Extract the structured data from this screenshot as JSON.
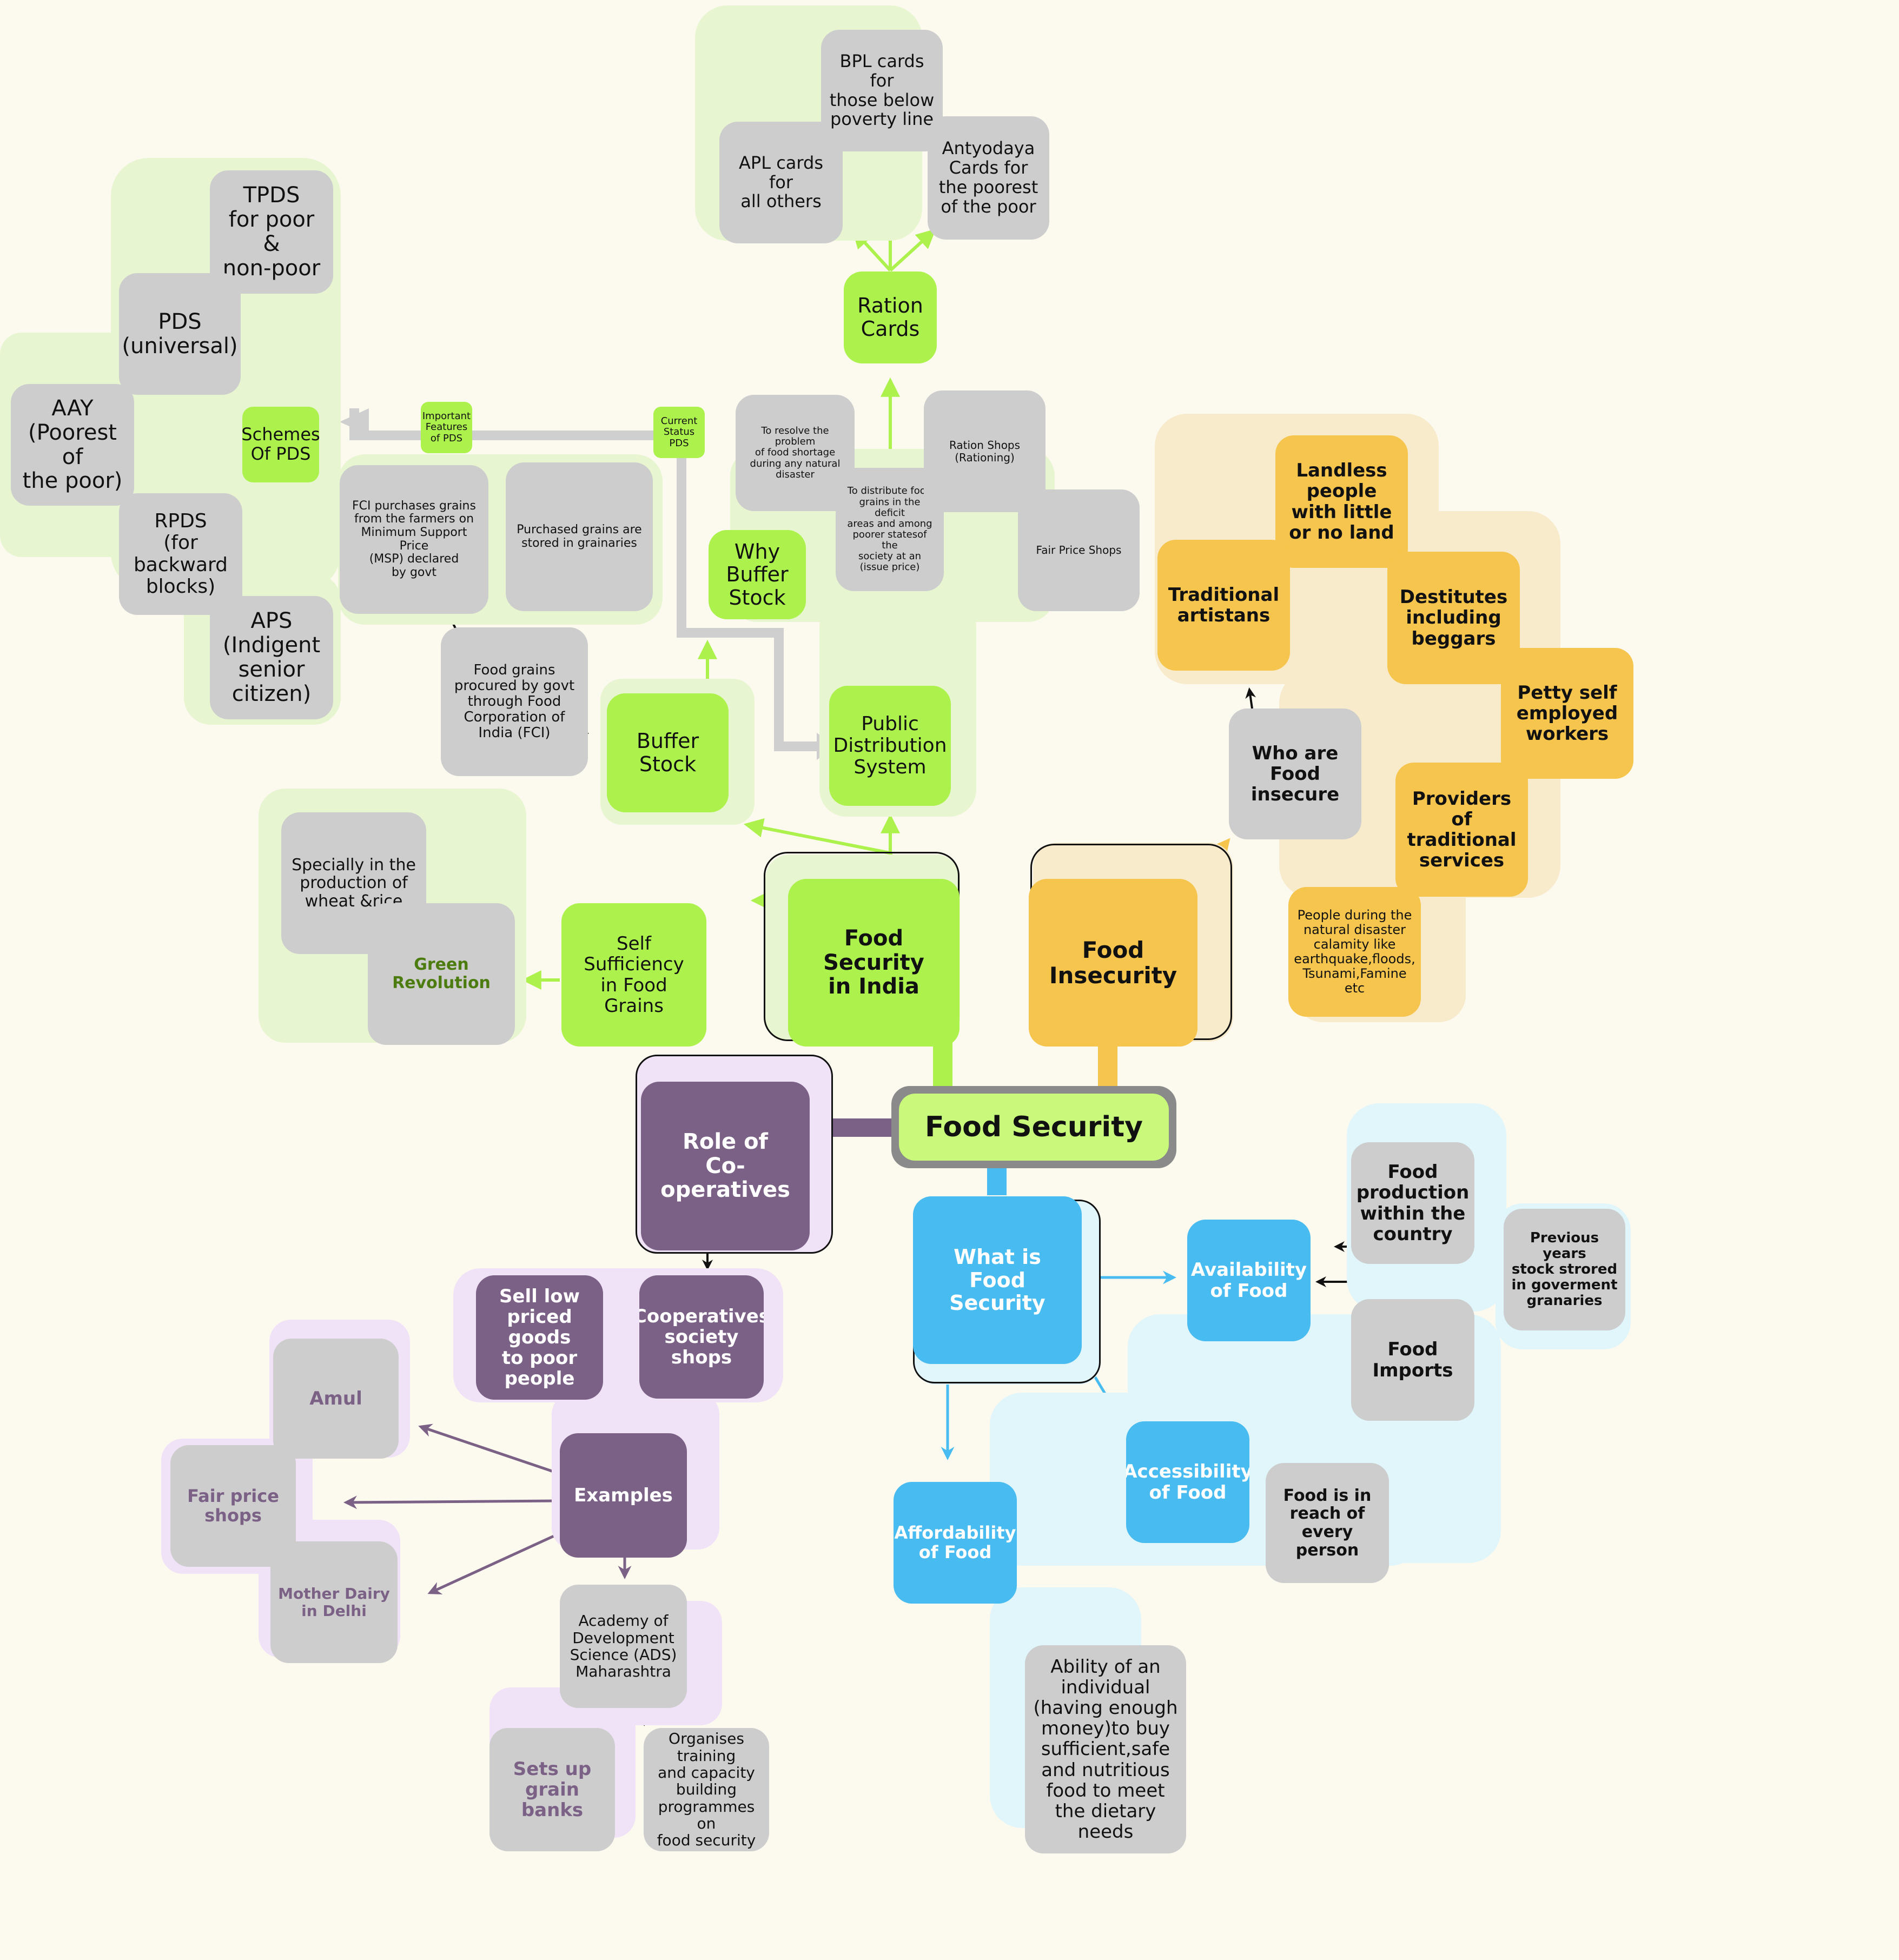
{
  "nodes": {
    "food_security": "Food Security",
    "food_security_india": "Food Security\nin India",
    "food_insecurity": "Food\nInsecurity",
    "role_coops": "Role of\nCo-operatives",
    "what_is_fs": "What is\nFood Security",
    "self_sufficiency": "Self\nSufficiency\nin Food\nGrains",
    "green_revolution": "Green\nRevolution",
    "specially_wheat_rice": "Specially in the\nproduction of\nwheat &rice",
    "buffer_stock": "Buffer\nStock",
    "food_grains_procured": "Food grains\nprocured by govt\nthrough Food\nCorporation of\nIndia (FCI)",
    "fci_purchases": "FCI purchases grains\nfrom the farmers on\nMinimum Support Price\n(MSP) declared\nby govt",
    "purchased_stored": "Purchased grains are\nstored in grainaries",
    "why_buffer_stock": "Why\nBuffer\nStock",
    "resolve_shortage": "To resolve the problem\nof food shortage\nduring any natural\ndisaster",
    "distribute_grains": "To distribute food\ngrains in the deficit\nareas and among\npoorer statesof the\nsociety at an\n(issue price)",
    "pds": "Public\nDistribution\nSystem",
    "ration_shops": "Ration Shops\n(Rationing)",
    "fair_price_shops": "Fair Price Shops",
    "ration_cards": "Ration\nCards",
    "apl_cards": "APL cards for\nall others",
    "bpl_cards": "BPL cards for\nthose below\npoverty line",
    "antyodaya_cards": "Antyodaya\nCards for\nthe poorest\nof the poor",
    "current_status_pds": "Current\nStatus\nPDS",
    "important_features_pds": "Important\nFeatures\nof PDS",
    "schemes_of_pds": "Schemes\nOf PDS",
    "tpds": "TPDS\nfor poor &\nnon-poor",
    "pds_universal": "PDS\n(universal)",
    "aay": "AAY\n(Poorest of\nthe poor)",
    "rpds": "RPDS\n(for backward\nblocks)",
    "aps": "APS\n(Indigent\nsenior\ncitizen)",
    "who_insecure": "Who are\nFood insecure",
    "landless": "Landless\npeople\nwith little\nor no land",
    "traditional_artisans": "Traditional\nartistans",
    "destitutes": "Destitutes\nincluding\nbeggars",
    "petty_workers": "Petty self\nemployed\nworkers",
    "providers_services": "Providers of\ntraditional\nservices",
    "disaster_people": "People during the\nnatural disaster\ncalamity like\nearthquake,floods,\nTsunami,Famine etc",
    "availability": "Availability\nof Food",
    "food_production": "Food\nproduction\nwithin the\ncountry",
    "previous_stock": "Previous years\nstock strored\nin goverment\ngranaries",
    "food_imports": "Food\nImports",
    "accessibility": "Accessibility\nof Food",
    "food_in_reach": "Food is in\nreach of\nevery person",
    "affordability": "Affordability\nof Food",
    "ability_individual": "Ability of an\nindividual\n(having enough\nmoney)to buy\nsufficient,safe\nand nutritious\nfood to meet\nthe dietary needs",
    "coop_shops": "Cooperatives\nsociety\nshops",
    "sell_low_priced": "Sell low\npriced goods\nto poor\npeople",
    "examples": "Examples",
    "amul": "Amul",
    "fair_price_shops_example": "Fair price\nshops",
    "mother_dairy": "Mother Dairy\nin Delhi",
    "academy_ads": "Academy of\nDevelopment\nScience (ADS)\nMaharashtra",
    "grain_banks": "Sets up\ngrain banks",
    "organises_training": "Organises\ntraining\nand capacity\nbuilding\nprogrammes on\nfood security"
  },
  "colors": {
    "background": "#fcf9ee",
    "green": "#adf24c",
    "green_halo": "#e7f6d1",
    "orange": "#f6c54d",
    "orange_halo": "#f8ebcc",
    "blue": "#48bbf1",
    "blue_halo": "#e1f6fb",
    "purple": "#7b6186",
    "purple_halo": "#f1e3f7",
    "grey_node": "#cdcdcd",
    "grey_arrow": "#cfcfcf",
    "center_bg": "#c8f97a",
    "center_border": "#8a8a8a"
  }
}
